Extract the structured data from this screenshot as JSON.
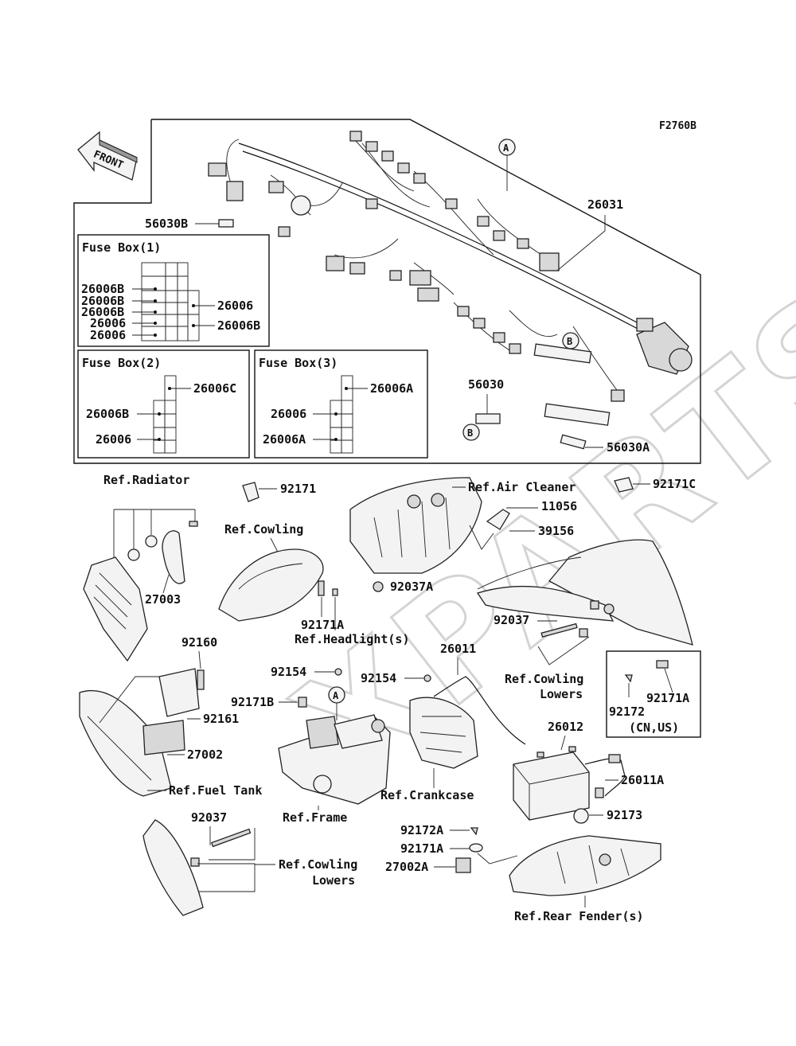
{
  "diagram": {
    "figure_code": "F2760B",
    "front_label": "FRONT",
    "watermark": "XPARTS",
    "callouts": {
      "A": "A",
      "B": "B"
    },
    "fuse_box_1": {
      "title": "Fuse Box(1)",
      "left_labels": [
        "26006B",
        "26006B",
        "26006B",
        "26006",
        "26006"
      ],
      "right_labels": [
        "26006",
        "26006B"
      ]
    },
    "fuse_box_2": {
      "title": "Fuse Box(2)",
      "top_label": "26006C",
      "left_labels": [
        "26006B",
        "26006"
      ]
    },
    "fuse_box_3": {
      "title": "Fuse Box(3)",
      "top_label": "26006A",
      "left_labels": [
        "26006",
        "26006A"
      ]
    },
    "parts": {
      "p26031": "26031",
      "p56030B": "56030B",
      "p56030": "56030",
      "p56030A": "56030A",
      "ref_radiator": "Ref.Radiator",
      "p92171": "92171",
      "ref_air_cleaner": "Ref.Air Cleaner",
      "p92171C": "92171C",
      "p11056": "11056",
      "p39156": "39156",
      "ref_cowling": "Ref.Cowling",
      "p27003": "27003",
      "p92037A": "92037A",
      "p92171A_head": "92171A",
      "ref_headlights": "Ref.Headlight(s)",
      "p92037_r": "92037",
      "ref_cowling_lowers_r": "Ref.Cowling",
      "ref_cowling_lowers_r2": "Lowers",
      "p92172": "92172",
      "p92171A_r": "92171A",
      "cn_us": "(CN,US)",
      "p92160": "92160",
      "p92161": "92161",
      "p27002": "27002",
      "ref_fuel_tank": "Ref.Fuel Tank",
      "p92154_a": "92154",
      "p92171B": "92171B",
      "p92154_b": "92154",
      "p26011": "26011",
      "p26012": "26012",
      "p26011A": "26011A",
      "ref_crankcase": "Ref.Crankcase",
      "ref_frame": "Ref.Frame",
      "p92173": "92173",
      "p92172A": "92172A",
      "p92171A_b": "92171A",
      "p27002A": "27002A",
      "p92037_l": "92037",
      "ref_cowling_lowers_l": "Ref.Cowling",
      "ref_cowling_lowers_l2": "Lowers",
      "ref_rear_fender": "Ref.Rear Fender(s)"
    }
  }
}
